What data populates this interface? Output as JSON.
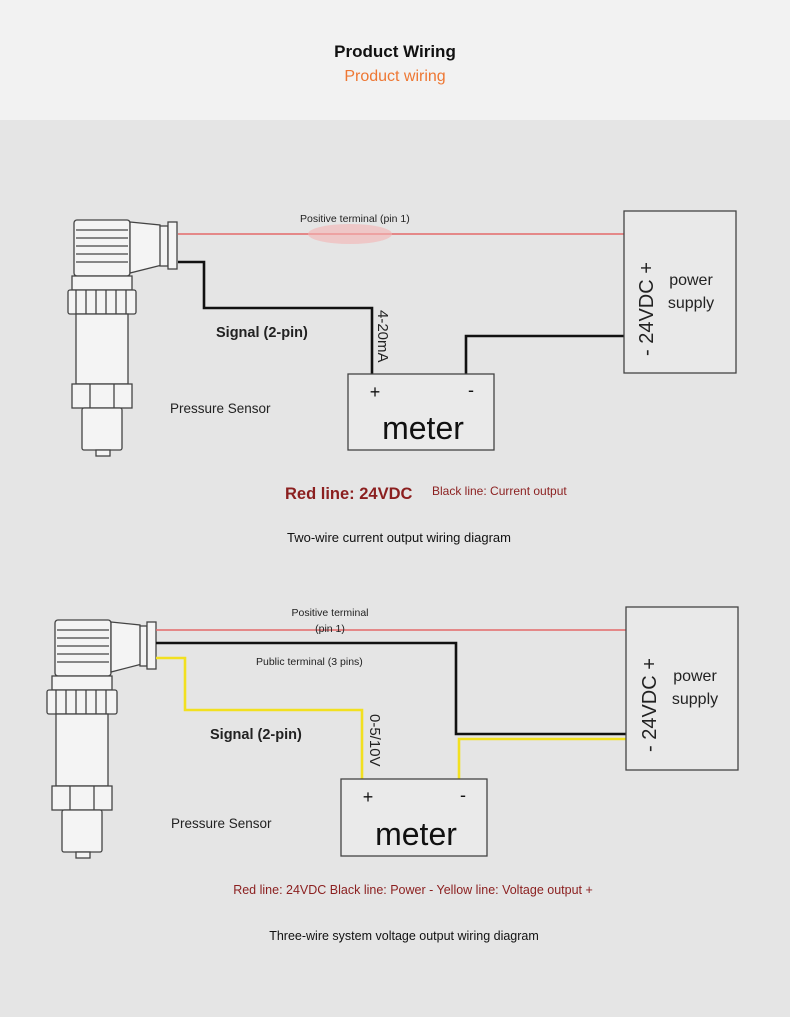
{
  "header": {
    "title": "Product Wiring",
    "subtitle": "Product wiring"
  },
  "colors": {
    "red_wire": "#e46a6a",
    "black_wire": "#111111",
    "yellow_wire": "#f2e020",
    "accent_title": "#ee7733",
    "legend_red": "#8b1f1f"
  },
  "diagram1": {
    "positive_label": "Positive terminal (pin 1)",
    "signal_label": "Signal (2-pin)",
    "current_label": "4-20mA",
    "sensor_label": "Pressure Sensor",
    "meter_label": "meter",
    "meter_plus": "+",
    "meter_minus": "-",
    "supply_voltage": "- 24VDC +",
    "supply_line1": "power",
    "supply_line2": "supply",
    "legend_red": "Red line: 24VDC",
    "legend_black": "Black line: Current output",
    "caption": "Two-wire current output wiring diagram"
  },
  "diagram2": {
    "positive_label_line1": "Positive terminal",
    "positive_label_line2": "(pin 1)",
    "public_label": "Public terminal (3 pins)",
    "signal_label": "Signal (2-pin)",
    "voltage_label": "0-5/10V",
    "sensor_label": "Pressure Sensor",
    "meter_label": "meter",
    "meter_plus": "+",
    "meter_minus": "-",
    "supply_voltage": "- 24VDC +",
    "supply_line1": "power",
    "supply_line2": "supply",
    "legend": "Red line: 24VDC Black line: Power - Yellow line: Voltage output +",
    "caption": "Three-wire system voltage output wiring diagram"
  }
}
